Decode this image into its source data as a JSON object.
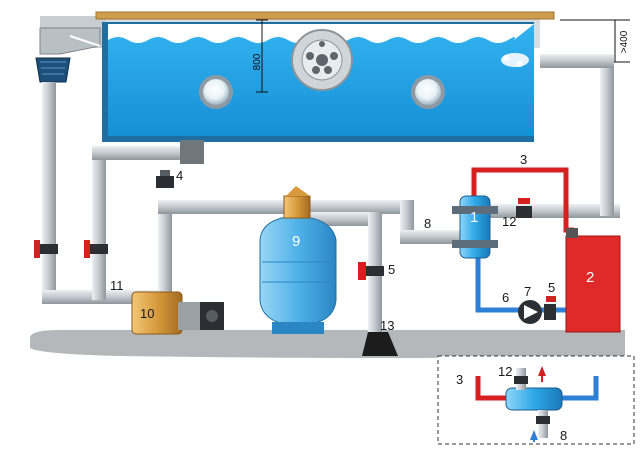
{
  "dimensions": {
    "depth_label": "800",
    "height_label": ">400"
  },
  "labels": {
    "heater": "2",
    "return_pipe": "3",
    "valve_top": "4",
    "valve_drain": "5",
    "valve_pump_side": "5",
    "pipe_blue": "6",
    "pump_small": "7",
    "pipe_cold": "8",
    "filter": "9",
    "pump_main": "10",
    "tee": "11",
    "valve_hot": "12",
    "drain": "13",
    "exchanger": "1"
  },
  "inset_labels": {
    "return": "3",
    "hot": "12",
    "cold": "8"
  },
  "colors": {
    "water": "#1e9ee0",
    "hot_pipe": "#d62020",
    "cold_pipe": "#2e7fd6",
    "heater": "#e02a2a",
    "pipe_gray": "#c6ccd1",
    "exchanger": "#2ea8e8",
    "filter": "#4fb2e8",
    "ground": "#b4b8bb"
  }
}
